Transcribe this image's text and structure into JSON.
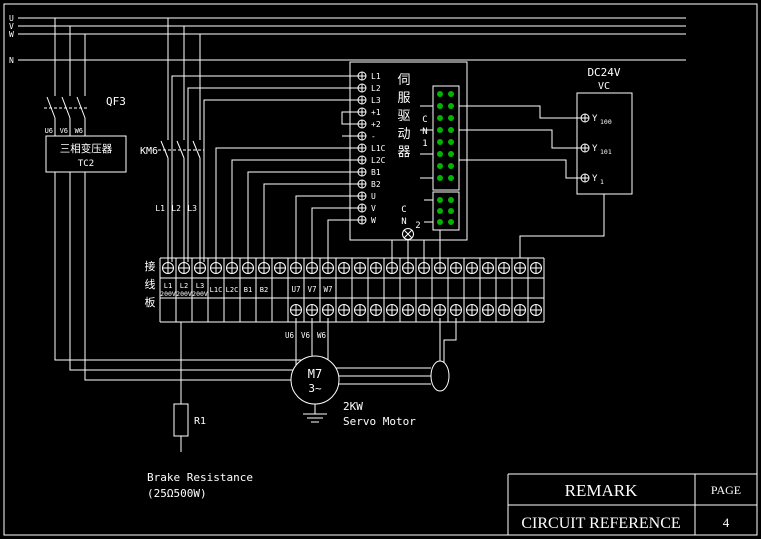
{
  "canvas": {
    "bg": "#000000",
    "line": "#ffffff",
    "green": "#00b400"
  },
  "bus": {
    "u": "U",
    "v": "V",
    "w": "W",
    "n": "N"
  },
  "breaker": {
    "label": "QF3",
    "outputs": [
      "U6",
      "V6",
      "W6"
    ]
  },
  "transformer": {
    "name": "三相变压器",
    "ref": "TC2"
  },
  "contactor": {
    "label": "KM6",
    "phases": [
      "L1",
      "L2",
      "L3"
    ]
  },
  "drive": {
    "title": [
      "伺",
      "服",
      "驱",
      "动",
      "器"
    ],
    "terminals": [
      "L1",
      "L2",
      "L3",
      "+1",
      "+2",
      "-",
      "L1C",
      "L2C",
      "B1",
      "B2",
      "U",
      "V",
      "W"
    ],
    "cn1": [
      "C",
      "N",
      "1"
    ],
    "cn2": {
      "c": "C",
      "n": "N",
      "num": "2"
    }
  },
  "dc_box": {
    "title": "DC24V",
    "subtitle": "VC",
    "terminals": [
      {
        "base": "Y",
        "sub": "100"
      },
      {
        "base": "Y",
        "sub": "101"
      },
      {
        "base": "Y",
        "sub": "1"
      }
    ]
  },
  "terminal_board": {
    "label": [
      "接",
      "线",
      "板"
    ],
    "cells": [
      {
        "top": "L1",
        "bot": "200V"
      },
      {
        "top": "L2",
        "bot": "200V"
      },
      {
        "top": "L3",
        "bot": "200V"
      },
      {
        "top": "L1C"
      },
      {
        "top": "L2C"
      },
      {
        "top": "B1"
      },
      {
        "top": "B2"
      },
      {
        "top": "U7"
      },
      {
        "top": "V7"
      },
      {
        "top": "W7"
      }
    ]
  },
  "motor": {
    "name": "M7",
    "phase": "3~",
    "leads": [
      "U6",
      "V6",
      "W6"
    ],
    "power": "2KW",
    "caption": "Servo Motor"
  },
  "brake": {
    "ref": "R1",
    "line1": "Brake Resistance",
    "line2": "(25Ω500W)"
  },
  "title_block": {
    "remark": "REMARK",
    "page": "PAGE",
    "reference": "CIRCUIT REFERENCE",
    "number": "4"
  }
}
